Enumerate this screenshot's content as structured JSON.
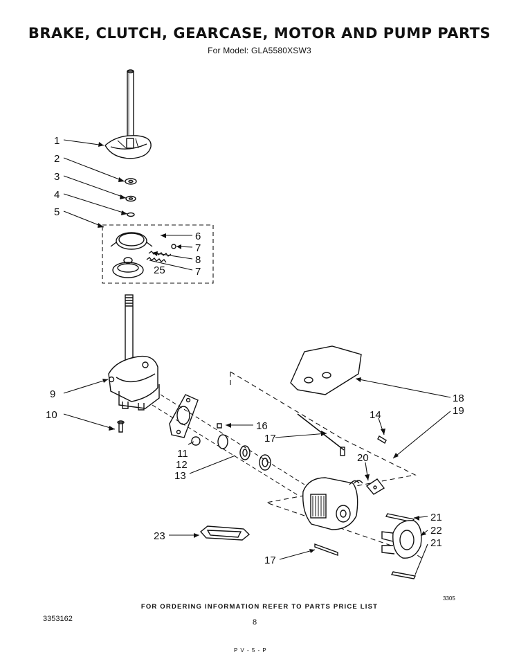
{
  "header": {
    "title": "BRAKE, CLUTCH, GEARCASE, MOTOR AND PUMP PARTS",
    "subtitle": "For Model: GLA5580XSW3"
  },
  "footer": {
    "ordering_note": "FOR ORDERING INFORMATION REFER TO PARTS PRICE LIST",
    "doc_number": "3353162",
    "page_number": "8",
    "figure_code": "3305",
    "bottom_mark": "P V - 5 - P"
  },
  "callouts": [
    "1",
    "2",
    "3",
    "4",
    "5",
    "6",
    "7",
    "8",
    "25",
    "7",
    "9",
    "10",
    "11",
    "12",
    "13",
    "16",
    "17",
    "14",
    "18",
    "19",
    "20",
    "21",
    "22",
    "21",
    "23",
    "17"
  ]
}
